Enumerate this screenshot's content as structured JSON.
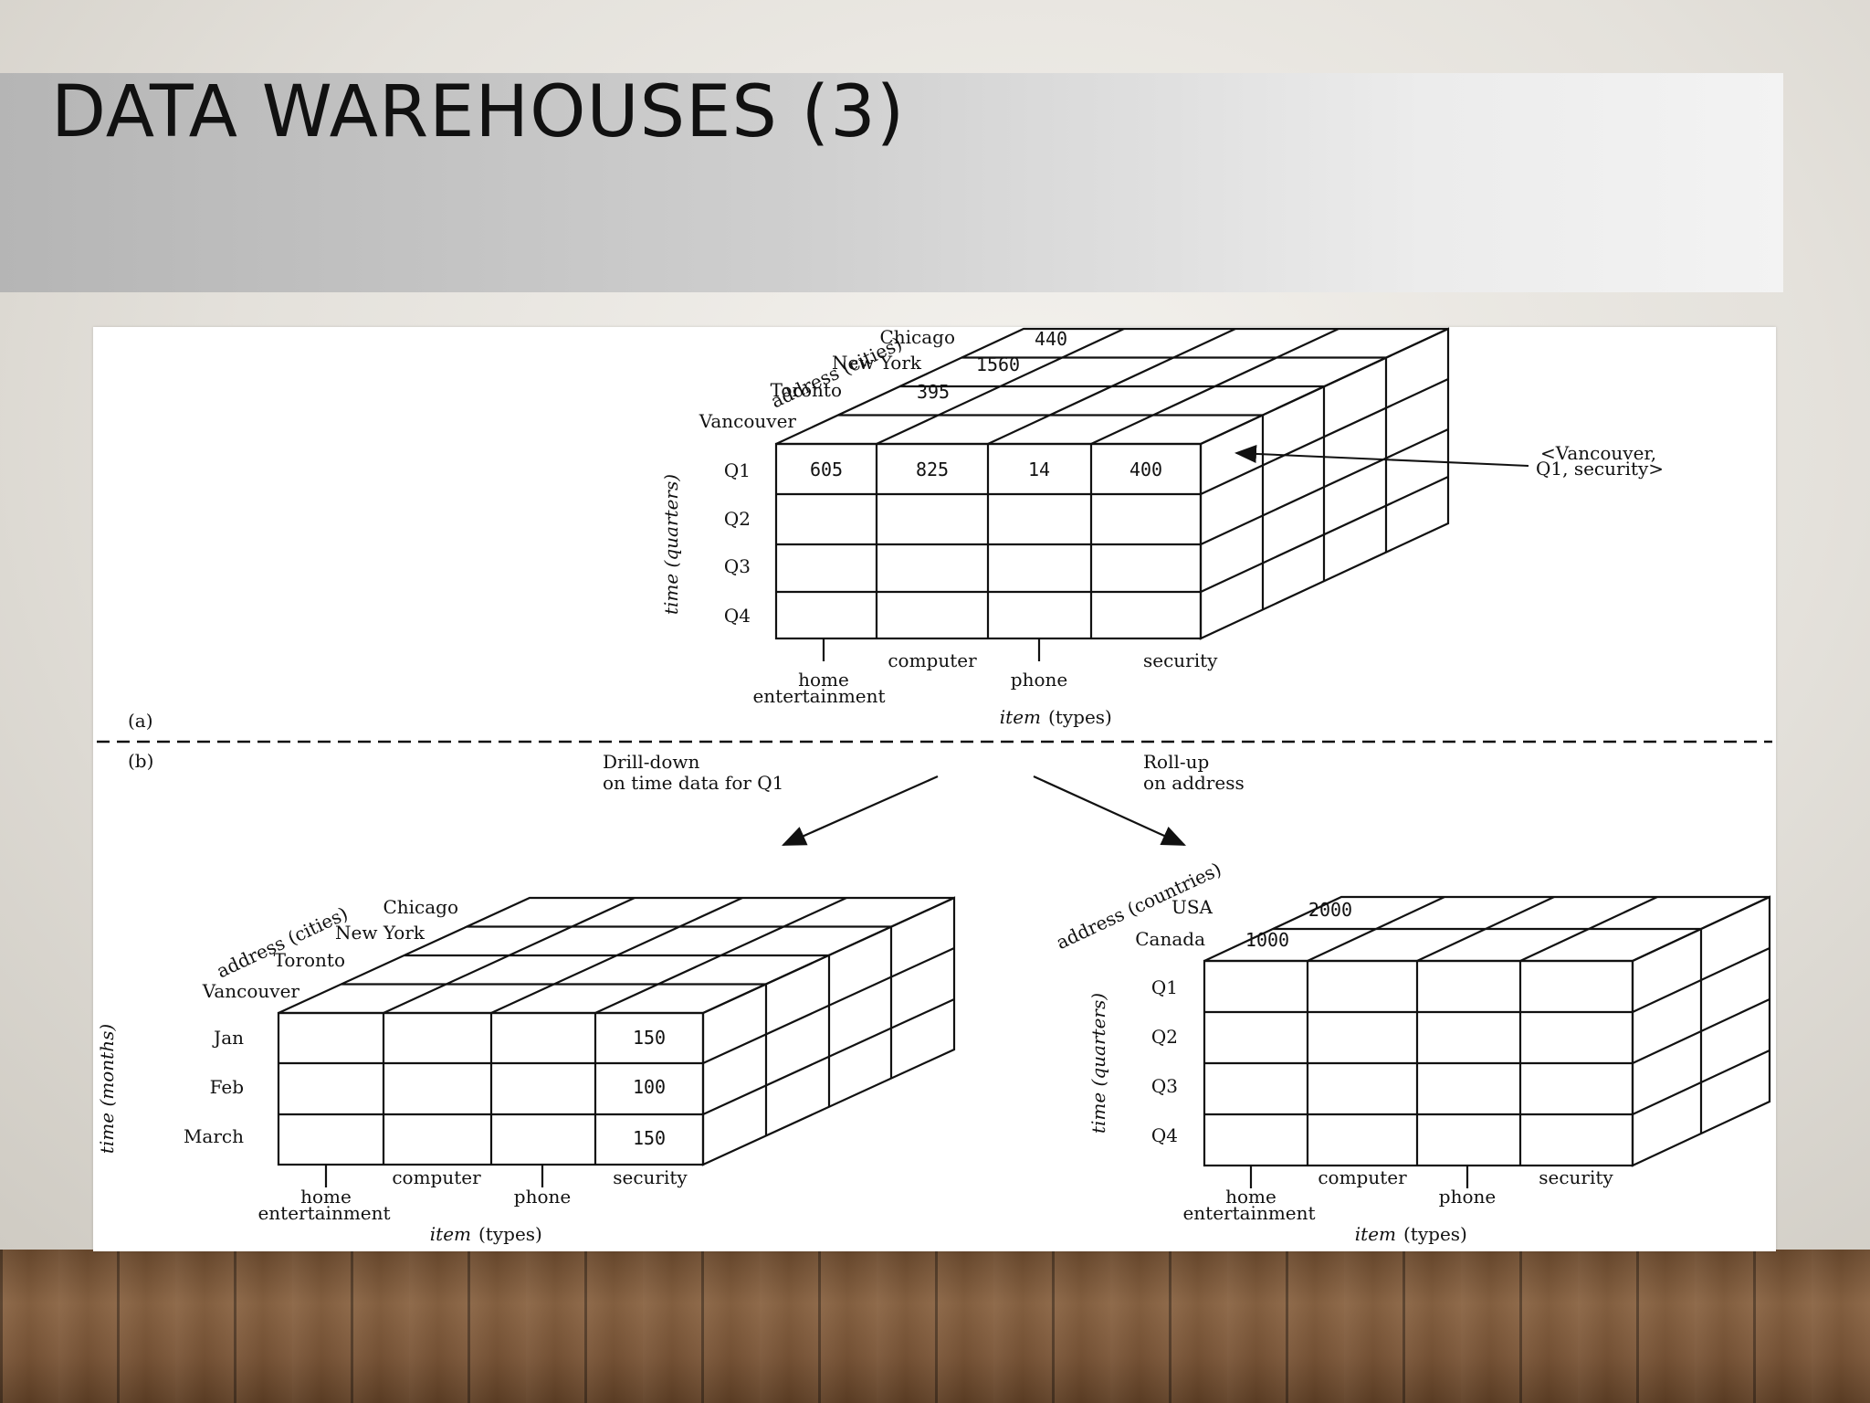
{
  "slide": {
    "title": "DATA WAREHOUSES (3)"
  },
  "figure": {
    "panel_a_label": "(a)",
    "panel_b_label": "(b)",
    "drill_down_line1": "Drill-down",
    "drill_down_line2": "on time data for Q1",
    "roll_up_line1": "Roll-up",
    "roll_up_line2": "on address",
    "callout_line1": "<Vancouver,",
    "callout_line2": "Q1, security>",
    "cube_main": {
      "address_axis": "address (cities)",
      "time_axis": "time (quarters)",
      "item_axis_word": "item",
      "item_axis_unit": "(types)",
      "cities": [
        "Chicago",
        "New York",
        "Toronto",
        "Vancouver"
      ],
      "times": [
        "Q1",
        "Q2",
        "Q3",
        "Q4"
      ],
      "items_upper": [
        "computer",
        "security"
      ],
      "items_lower_1": [
        "home",
        "phone"
      ],
      "items_lower_2": "entertainment",
      "front_q1_values": [
        "605",
        "825",
        "14",
        "400"
      ],
      "top_values": {
        "chicago": "440",
        "new_york": "1560",
        "toronto": "395"
      }
    },
    "cube_drill": {
      "address_axis": "address (cities)",
      "time_axis": "time (months)",
      "item_axis_word": "item",
      "item_axis_unit": "(types)",
      "cities": [
        "Chicago",
        "New York",
        "Toronto",
        "Vancouver"
      ],
      "times": [
        "Jan",
        "Feb",
        "March"
      ],
      "items_upper": [
        "computer",
        "security"
      ],
      "items_lower_1": [
        "home",
        "phone"
      ],
      "items_lower_2": "entertainment",
      "security_values": [
        "150",
        "100",
        "150"
      ]
    },
    "cube_rollup": {
      "address_axis": "address (countries)",
      "time_axis": "time (quarters)",
      "item_axis_word": "item",
      "item_axis_unit": "(types)",
      "countries": [
        "USA",
        "Canada"
      ],
      "times": [
        "Q1",
        "Q2",
        "Q3",
        "Q4"
      ],
      "items_upper": [
        "computer",
        "security"
      ],
      "items_lower_1": [
        "home",
        "phone"
      ],
      "items_lower_2": "entertainment",
      "top_values": {
        "usa": "2000",
        "canada": "1000"
      }
    }
  }
}
